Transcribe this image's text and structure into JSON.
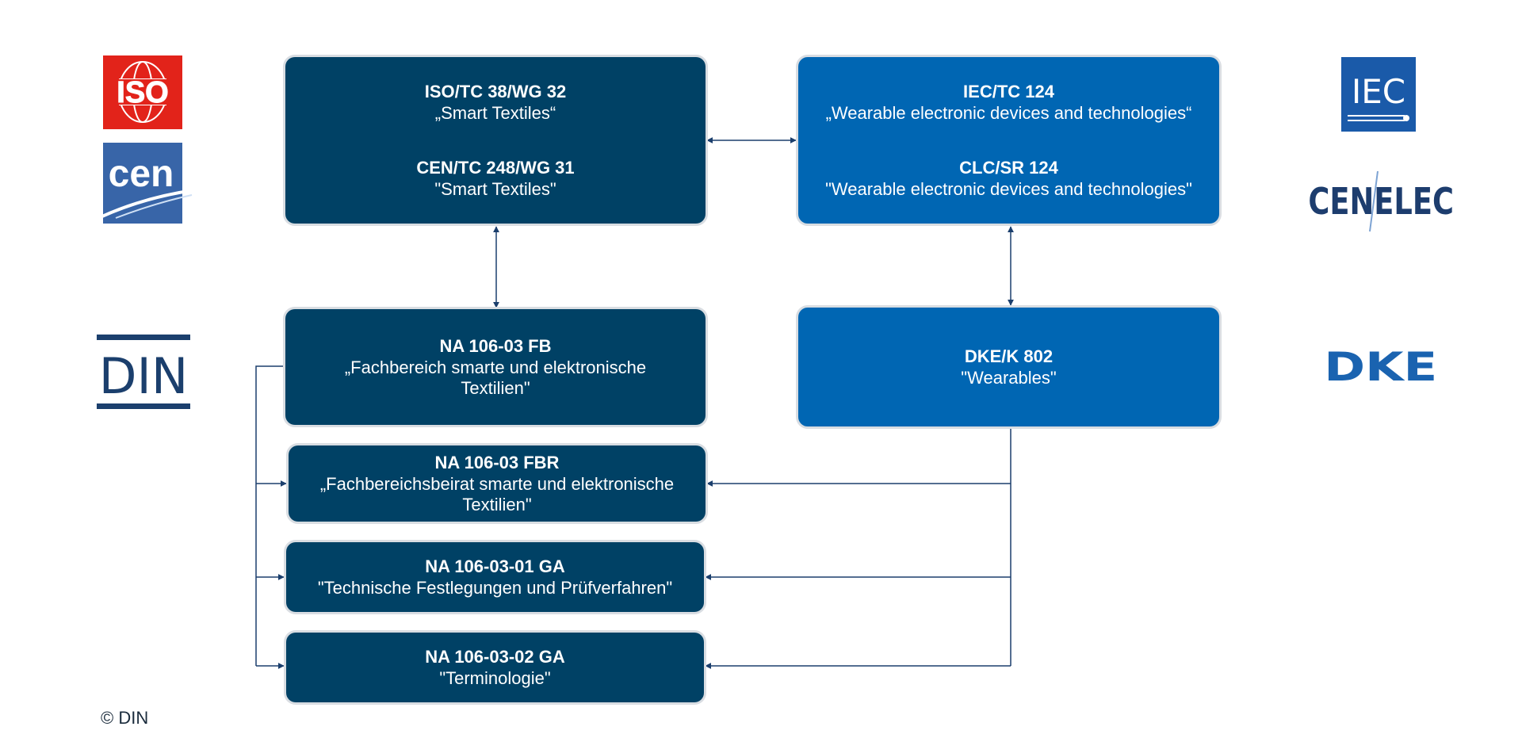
{
  "boxes": {
    "iso_cen": {
      "title1": "ISO/TC 38/WG 32",
      "sub1": "„Smart Textiles“",
      "title2": "CEN/TC 248/WG 31",
      "sub2": "\"Smart Textiles\""
    },
    "iec_clc": {
      "title1": "IEC/TC 124",
      "sub1": "„Wearable electronic devices and technologies“",
      "title2": "CLC/SR 124",
      "sub2": "\"Wearable electronic devices and technologies\""
    },
    "na_fb": {
      "title": "NA 106-03 FB",
      "sub": "„Fachbereich smarte und elektronische Textilien\""
    },
    "dke": {
      "title": "DKE/K 802",
      "sub": "\"Wearables\""
    },
    "na_fbr": {
      "title": "NA 106-03 FBR",
      "sub": "„Fachbereichsbeirat smarte und elektronische Textilien\""
    },
    "na_01": {
      "title": "NA 106-03-01 GA",
      "sub": "\"Technische Festlegungen und Prüfverfahren\""
    },
    "na_02": {
      "title": "NA 106-03-02 GA",
      "sub": "\"Terminologie\""
    }
  },
  "logos": {
    "iso": "ISO",
    "cen": "cen",
    "din": "DIN",
    "iec": "IEC",
    "cenelec": "CENELEC",
    "dke": "DKE"
  },
  "colors": {
    "dark_box": "#004165",
    "bright_box": "#0066b3",
    "iso_red": "#e2231a",
    "cen_blue": "#3865a8",
    "din_navy": "#1b3f6d",
    "iec_blue": "#1a5aa9",
    "cenelec_navy": "#1d3d6e",
    "dke_blue": "#1a63b0"
  },
  "footer": {
    "copyright": "© DIN"
  }
}
